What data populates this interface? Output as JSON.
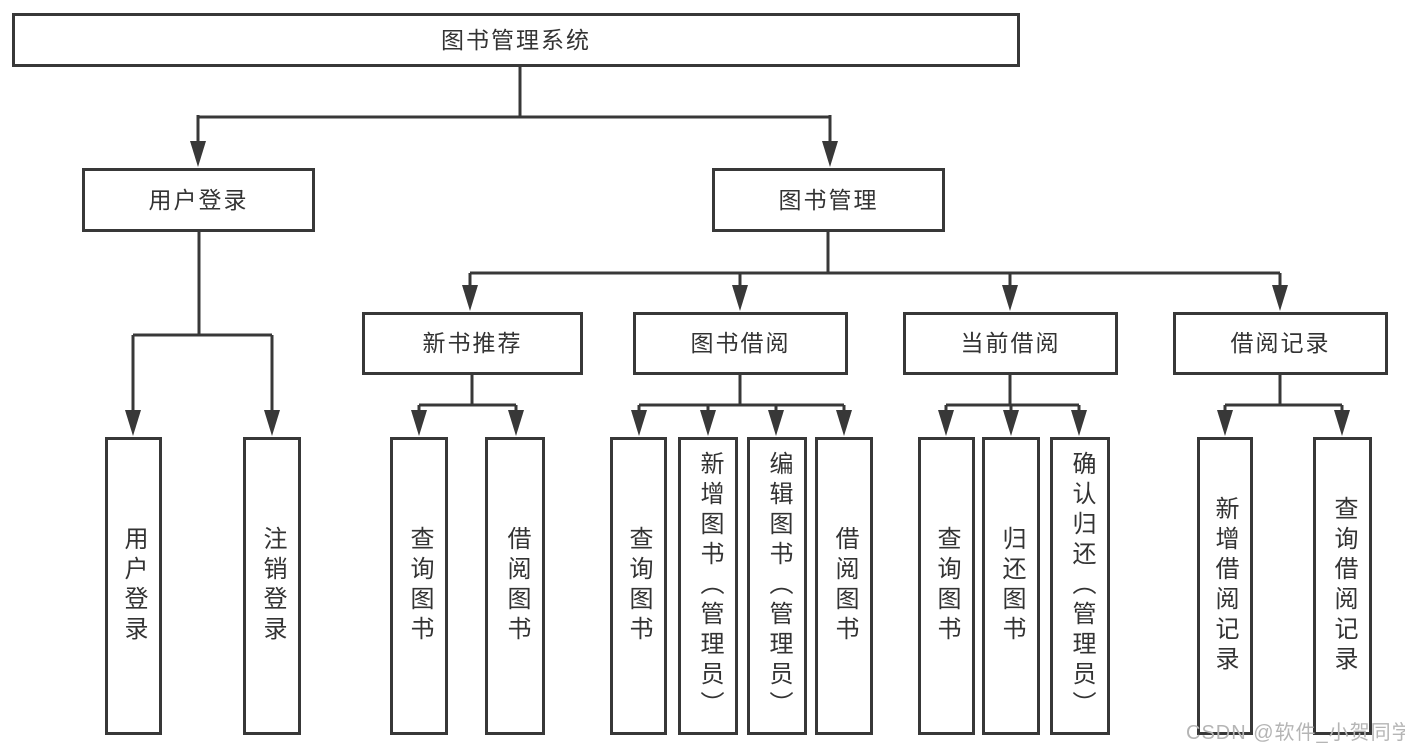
{
  "tree": {
    "root": "图书管理系统",
    "user_login": {
      "label": "用户登录",
      "children": [
        "用户登录",
        "注销登录"
      ]
    },
    "book_mgmt": {
      "label": "图书管理",
      "children": {
        "new_book": {
          "label": "新书推荐",
          "children": [
            "查询图书",
            "借阅图书"
          ]
        },
        "borrow": {
          "label": "图书借阅",
          "children": [
            "查询图书",
            "新增图书（管理员）",
            "编辑图书（管理员）",
            "借阅图书"
          ]
        },
        "current": {
          "label": "当前借阅",
          "children": [
            "查询图书",
            "归还图书",
            "确认归还（管理员）"
          ]
        },
        "records": {
          "label": "借阅记录",
          "children": [
            "新增借阅记录",
            "查询借阅记录"
          ]
        }
      }
    }
  },
  "watermark": "CSDN @软件_小贺同学",
  "colors": {
    "line": "#383838",
    "text": "#333333",
    "watermark": "#b5b5b5",
    "background": "#ffffff"
  }
}
